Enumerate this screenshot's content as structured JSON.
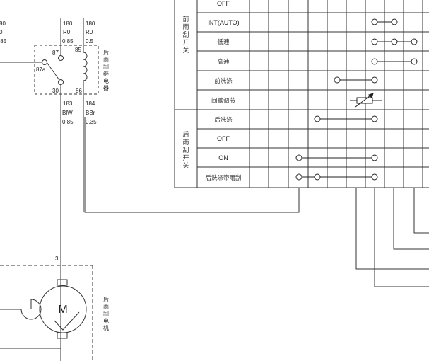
{
  "left_wires": {
    "partial_1": "80",
    "partial_2": "0",
    "partial_3": ".85",
    "wire_a": {
      "num": "180",
      "color": "R0",
      "size": "0.85"
    },
    "wire_b": {
      "num": "180",
      "color": "R0",
      "size": "0.5"
    },
    "wire_c": {
      "num": "183",
      "color": "BlW",
      "size": "0.85"
    },
    "wire_d": {
      "num": "184",
      "color": "BBr",
      "size": "0.35"
    }
  },
  "relay": {
    "label_chars": [
      "后",
      "雨",
      "刮",
      "继",
      "电",
      "器"
    ],
    "pins": {
      "p87": "87",
      "p85": "85",
      "p87a": "87a",
      "p30": "30",
      "p86": "86"
    }
  },
  "motor": {
    "symbol": "M",
    "pin": "3",
    "label_chars": [
      "后",
      "雨",
      "刮",
      "电",
      "机"
    ]
  },
  "switch_table": {
    "front_group_chars": [
      "前",
      "雨",
      "刮",
      "开",
      "关"
    ],
    "rear_group_chars": [
      "后",
      "雨",
      "刮",
      "开",
      "关"
    ],
    "rows": [
      {
        "label": "OFF"
      },
      {
        "label": "INT(AUTO)"
      },
      {
        "label": "低速"
      },
      {
        "label": "高速"
      },
      {
        "label": "前洗涤"
      },
      {
        "label": "间歇调节"
      },
      {
        "label": "后洗涤"
      },
      {
        "label": "OFF"
      },
      {
        "label": "ON"
      },
      {
        "label": "后洗涤带雨刮"
      }
    ]
  }
}
